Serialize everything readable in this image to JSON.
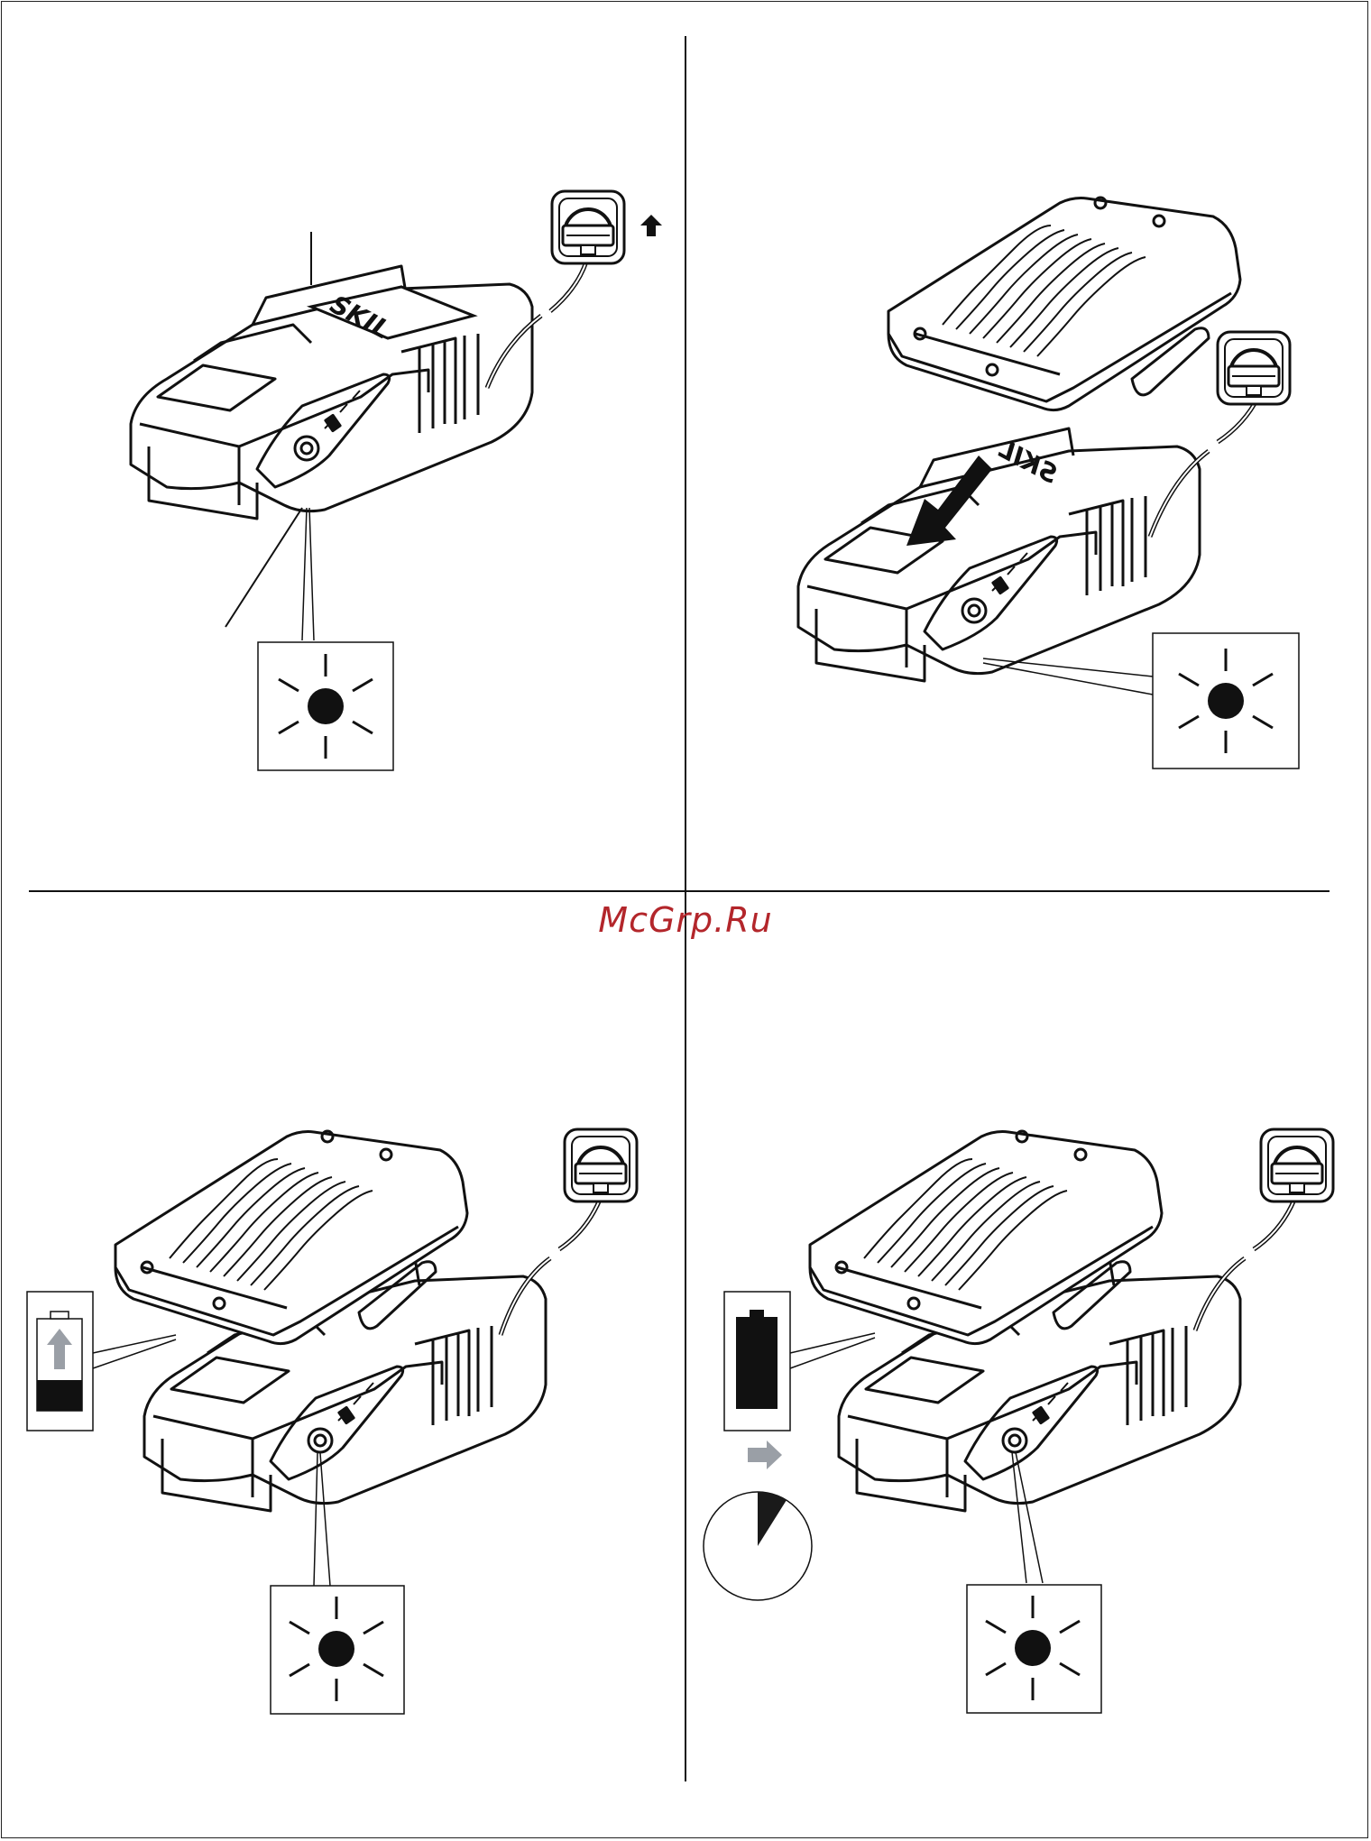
{
  "brand": {
    "charger_logo": "SKIL",
    "charger_logo_mirrored": "SKIL"
  },
  "watermark": {
    "text": "McGrp.Ru"
  },
  "panels": [
    {
      "id": "plug-in-charger",
      "indicator": "light-on",
      "plug_arrow": "up-arrow-icon"
    },
    {
      "id": "insert-battery",
      "indicator": "light-on",
      "motion_arrow": "insert-down-arrow-icon"
    },
    {
      "id": "charging",
      "indicator": "light-on",
      "battery_state": "charging-icon",
      "charge_level": 0.3
    },
    {
      "id": "charged",
      "indicator": "light-on",
      "battery_state": "full-battery-icon",
      "charge_level": 1.0,
      "timer": "clock-icon"
    }
  ],
  "colors": {
    "line": "#1a1a1a",
    "watermark": "#b3262b",
    "grey_arrow": "#9a9fa6"
  }
}
